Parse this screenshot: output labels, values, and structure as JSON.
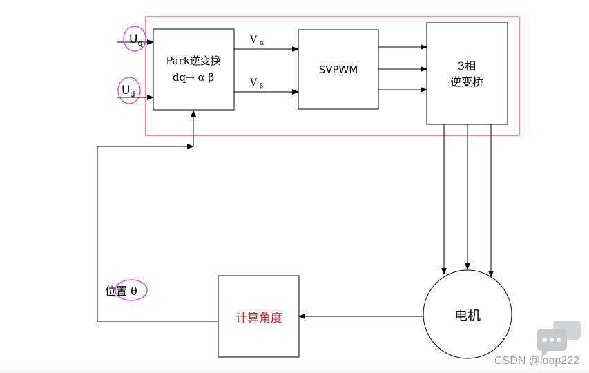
{
  "blocks": {
    "park": {
      "line1": "Park逆变换",
      "line2": "dq→ α β"
    },
    "svpwm": {
      "label": "SVPWM"
    },
    "bridge": {
      "line1": "3相",
      "line2": "逆变桥"
    },
    "angle": {
      "label": "计算角度"
    },
    "motor": {
      "label": "电机"
    }
  },
  "inputs": {
    "uq": {
      "base": "U",
      "sub": "q"
    },
    "ud": {
      "base": "U",
      "sub": "d"
    }
  },
  "signals": {
    "valpha": {
      "base": "V",
      "sub": "α"
    },
    "vbeta": {
      "base": "V",
      "sub": "β"
    },
    "theta": "位置 θ"
  },
  "colors": {
    "frame": "#d8232a",
    "highlight": "#e040c8",
    "angle_text": "#d8232a",
    "line": "#000000"
  },
  "watermark": {
    "text": "CSDN @loop222"
  }
}
